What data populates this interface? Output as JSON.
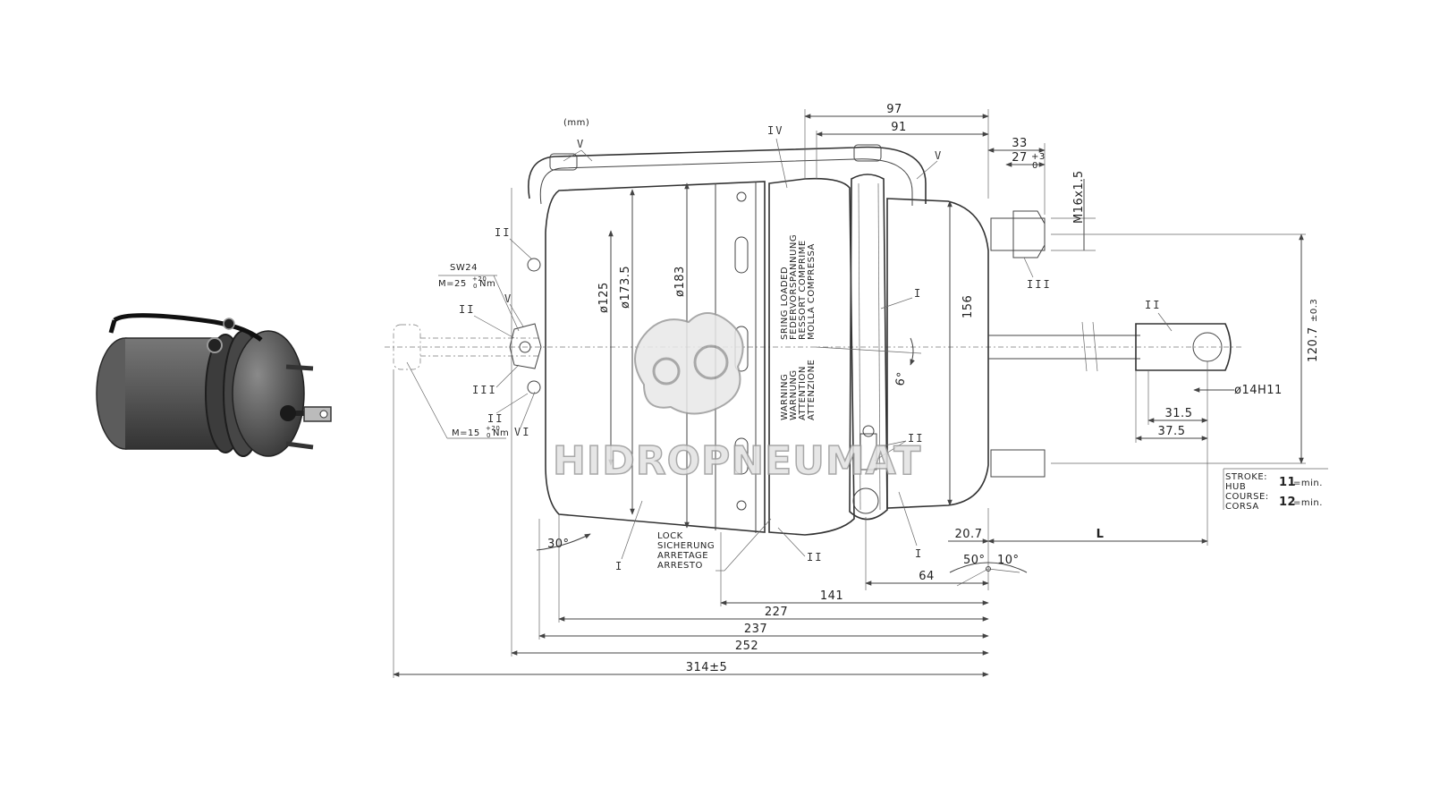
{
  "watermark": {
    "brand": "HIDROPNEUMAT"
  },
  "units_note": "(mm)",
  "dimensions": {
    "d97": "97",
    "d91": "91",
    "d33": "33",
    "d27": "27",
    "d27_tol_upper": "+3",
    "d27_tol_lower": "0",
    "thread": "M16x1.5",
    "dia125": "ø125",
    "dia173_5": "ø173.5",
    "dia183": "ø183",
    "d156": "156",
    "angle6": "6°",
    "d120_7": "120.7",
    "d120_7_tol": "±0.3",
    "dia14": "ø14H11",
    "d31_5": "31.5",
    "d37_5": "37.5",
    "d20_7": "20.7",
    "dL": "L",
    "angle50": "50°",
    "angle10": "10°",
    "angle30": "30°",
    "d64": "64",
    "d141": "141",
    "d227": "227",
    "d237": "237",
    "d252": "252",
    "d314": "314±5"
  },
  "torque": {
    "sw": "SW24",
    "m_upper": "M=25",
    "m_upper_tol": "+20",
    "m_upper_tol_lower": "0",
    "m_upper_unit": "Nm",
    "m_lower": "M=15",
    "m_lower_tol": "+20",
    "m_lower_tol_lower": "0",
    "m_lower_unit": "Nm"
  },
  "labels": {
    "spring_loaded": [
      "SRING LOADED",
      "FEDERVORSPANNUNG",
      "RESSORT COMPRIME",
      "MOLLA COMPRESSA"
    ],
    "warning": [
      "WARNING",
      "WARNUNG",
      "ATTENTION",
      "ATTENZIONE"
    ],
    "lock": [
      "LOCK",
      "SICHERUNG",
      "ARRETAGE",
      "ARRESTO"
    ]
  },
  "stroke_table": {
    "rows": [
      {
        "label": "STROKE:",
        "value": ""
      },
      {
        "label": "HUB",
        "value": "11",
        "suffix": "=min."
      },
      {
        "label": "COURSE:",
        "value": ""
      },
      {
        "label": "CORSA",
        "value": "12",
        "suffix": "=min."
      }
    ]
  },
  "part_markers": {
    "I": "I",
    "II": "II",
    "III": "III",
    "IV": "IV",
    "V": "V",
    "VI": "VI"
  },
  "colors": {
    "line": "#444444",
    "photo_body": "#4a4a4a",
    "watermark_fill": "#e2e2e2"
  }
}
